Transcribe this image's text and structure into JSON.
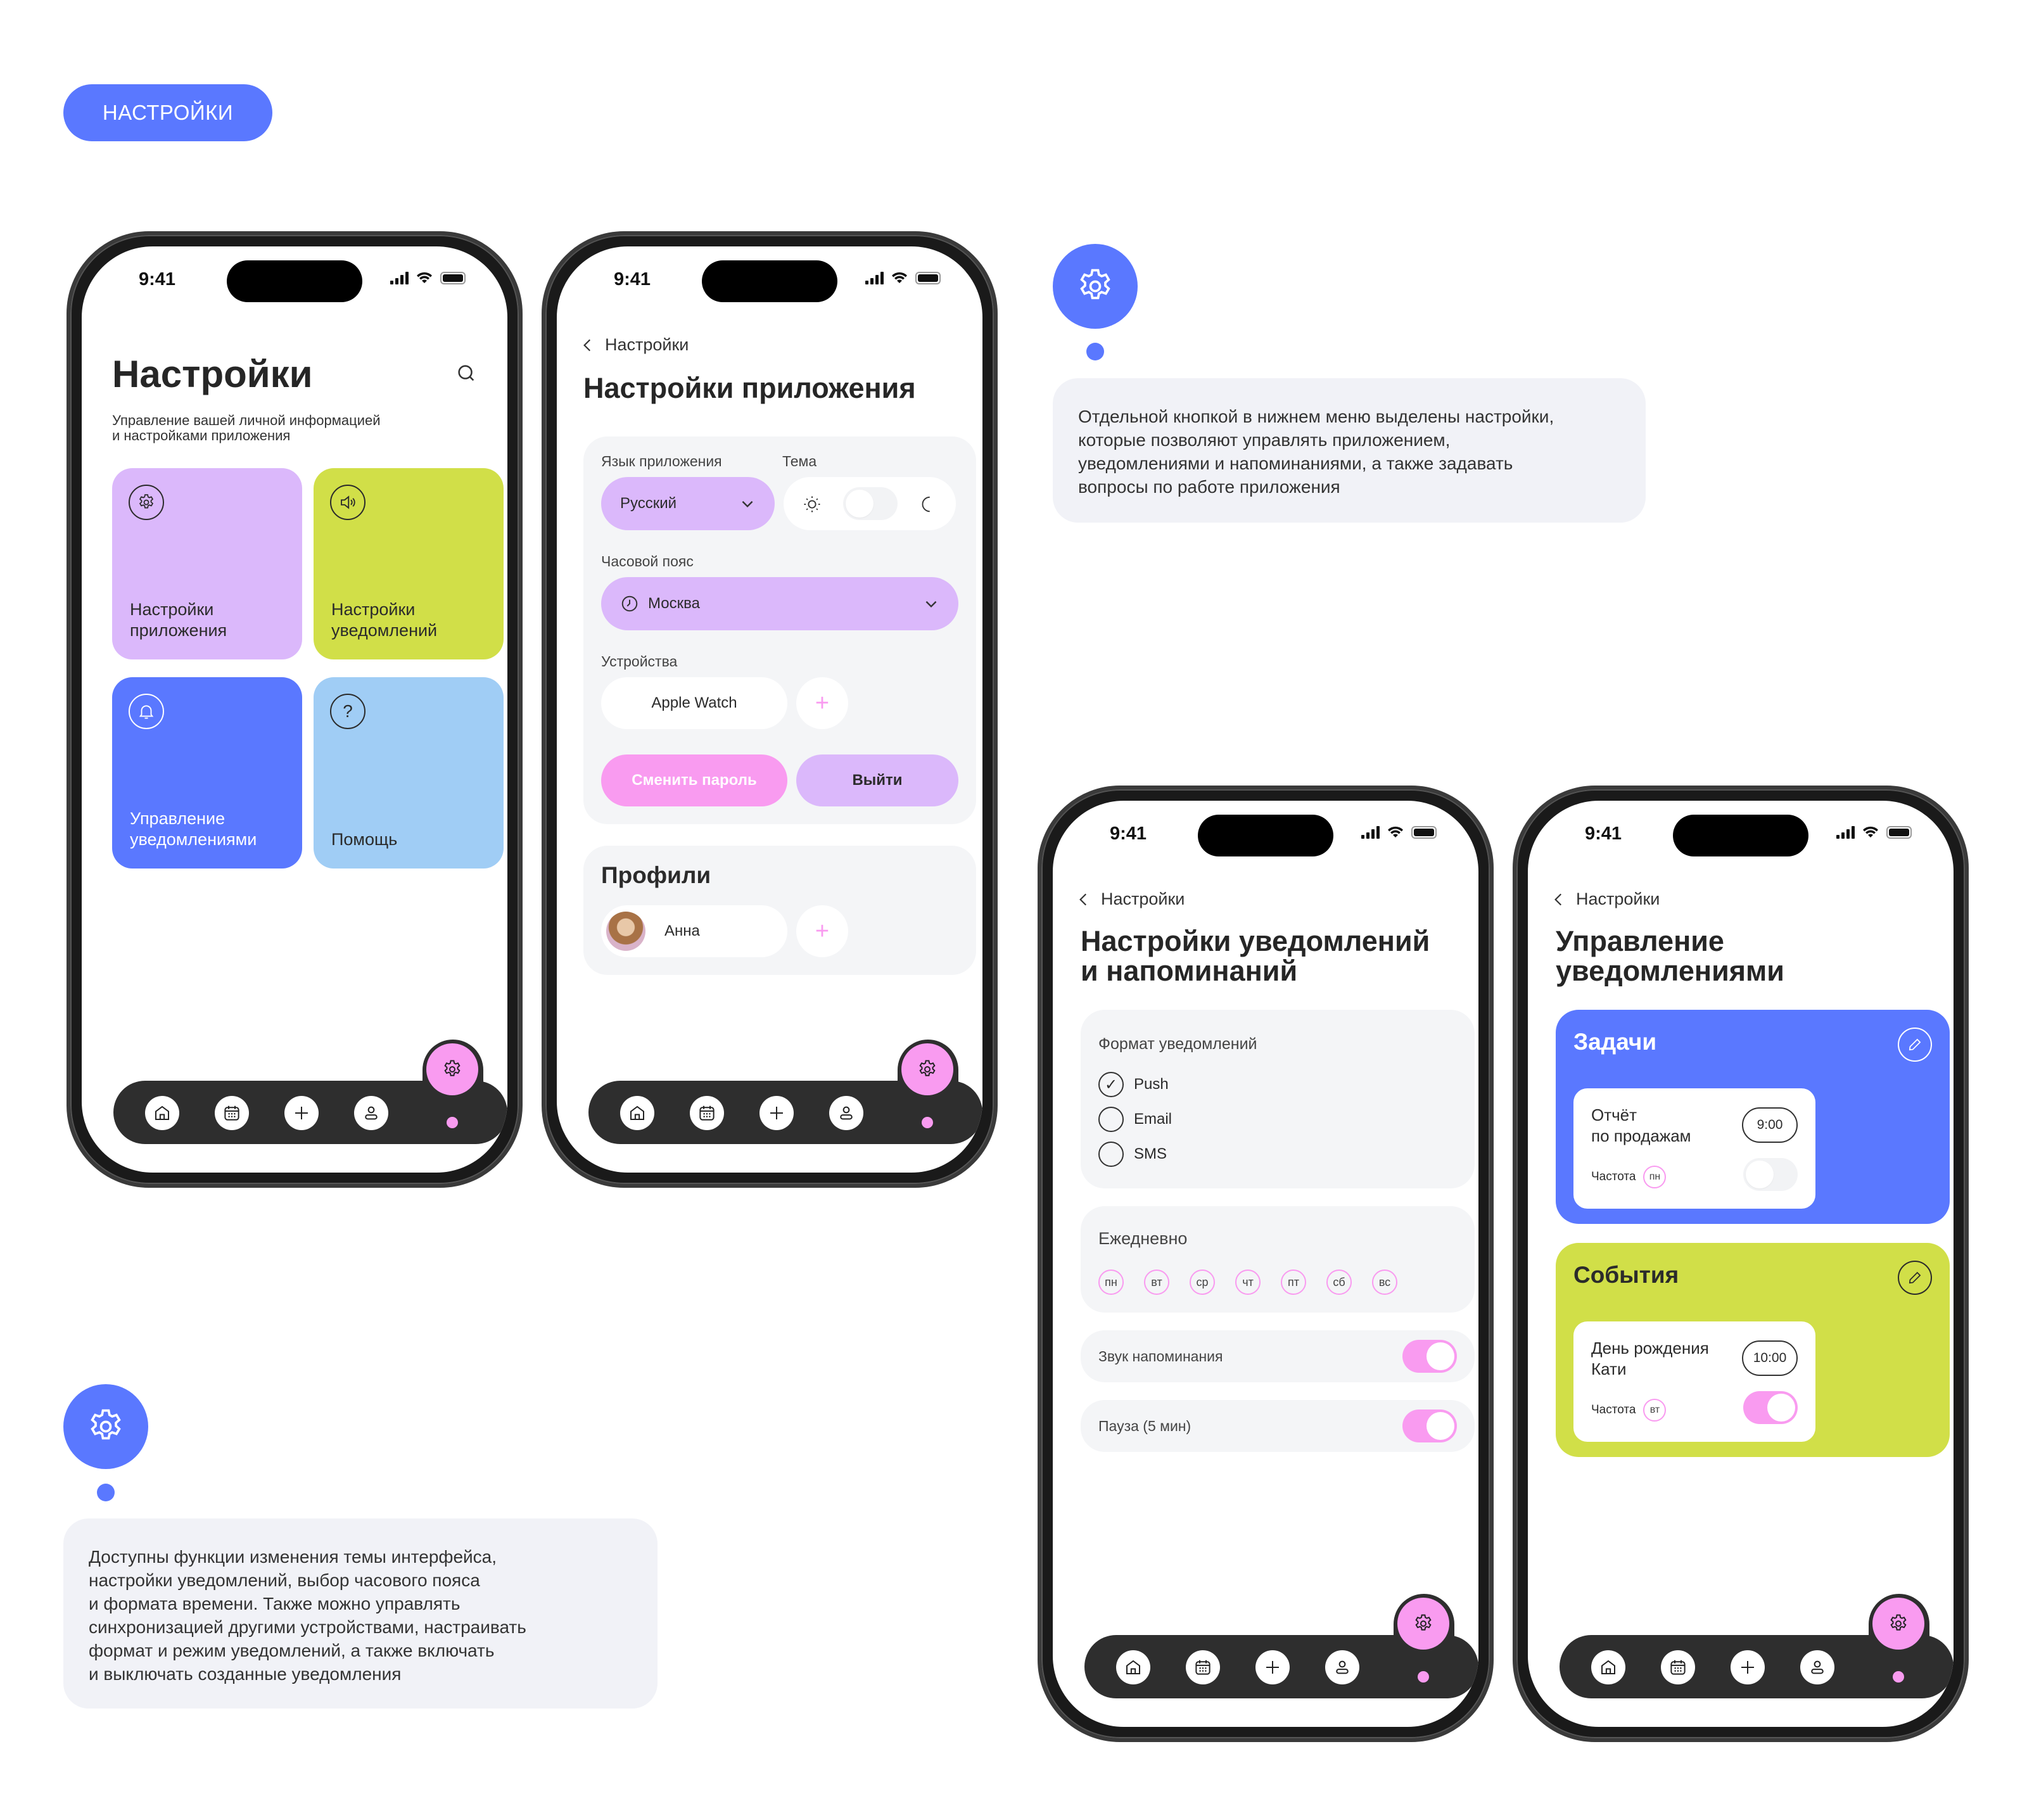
{
  "section_label": "НАСТРОЙКИ",
  "status_bar": {
    "time": "9:41"
  },
  "colors": {
    "accent_blue": "#5a78ff",
    "lilac": "#dbb8fb",
    "lime": "#d1df48",
    "sky": "#a0cdf5",
    "pink": "#f99bf0",
    "dark": "#2e2e2e"
  },
  "phone1": {
    "title": "Настройки",
    "subtitle_line1": "Управление вашей личной информацией",
    "subtitle_line2": "и настройками приложения",
    "search_icon": "search-icon",
    "tiles": [
      {
        "label1": "Настройки",
        "label2": "приложения",
        "icon": "gear-icon",
        "color": "#dbb8fb"
      },
      {
        "label1": "Настройки",
        "label2": "уведомлений",
        "icon": "speaker-icon",
        "color": "#d1df48"
      },
      {
        "label1": "Управление",
        "label2": "уведомлениями",
        "icon": "bell-icon",
        "color": "#5a78ff"
      },
      {
        "label1": "",
        "label2": "Помощь",
        "icon": "question-icon",
        "color": "#a0cdf5"
      }
    ]
  },
  "phone2": {
    "back_label": "Настройки",
    "title": "Настройки приложения",
    "language_label": "Язык приложения",
    "language_value": "Русский",
    "theme_label": "Тема",
    "timezone_label": "Часовой пояс",
    "timezone_value": "Москва",
    "devices_label": "Устройства",
    "device_name": "Apple Watch",
    "change_password": "Сменить пароль",
    "logout": "Выйти",
    "profiles_title": "Профили",
    "profile_name": "Анна"
  },
  "phone3": {
    "back_label": "Настройки",
    "title_line1": "Настройки уведомлений",
    "title_line2": "и напоминаний",
    "format_label": "Формат уведомлений",
    "formats": [
      {
        "label": "Push",
        "checked": true
      },
      {
        "label": "Email",
        "checked": false
      },
      {
        "label": "SMS",
        "checked": false
      }
    ],
    "daily_label": "Ежедневно",
    "days": [
      "пн",
      "вт",
      "ср",
      "чт",
      "пт",
      "сб",
      "вс"
    ],
    "sound_label": "Звук напоминания",
    "sound_on": true,
    "pause_label": "Пауза (5 мин)",
    "pause_on": true
  },
  "phone4": {
    "back_label": "Настройки",
    "title_line1": "Управление",
    "title_line2": "уведомлениями",
    "tasks": {
      "title": "Задачи",
      "item_line1": "Отчёт",
      "item_line2": "по продажам",
      "time": "9:00",
      "freq_label": "Частота",
      "freq_day": "пн",
      "enabled": false
    },
    "events": {
      "title": "События",
      "item_line1": "День рождения",
      "item_line2": "Кати",
      "time": "10:00",
      "freq_label": "Частота",
      "freq_day": "вт",
      "enabled": true
    }
  },
  "note_top": "Отдельной кнопкой в нижнем меню выделены настройки,\nкоторые позволяют управлять приложением,\nуведомлениями и напоминаниями, а также задавать\nвопросы по работе приложения",
  "note_bottom": "Доступны функции изменения темы интерфейса,\nнастройки уведомлений, выбор часового пояса\nи формата времени. Также можно управлять\nсинхронизацией другими устройствами, настраивать\nформат и режим уведомлений, а также включать\nи выключать созданные уведомления"
}
